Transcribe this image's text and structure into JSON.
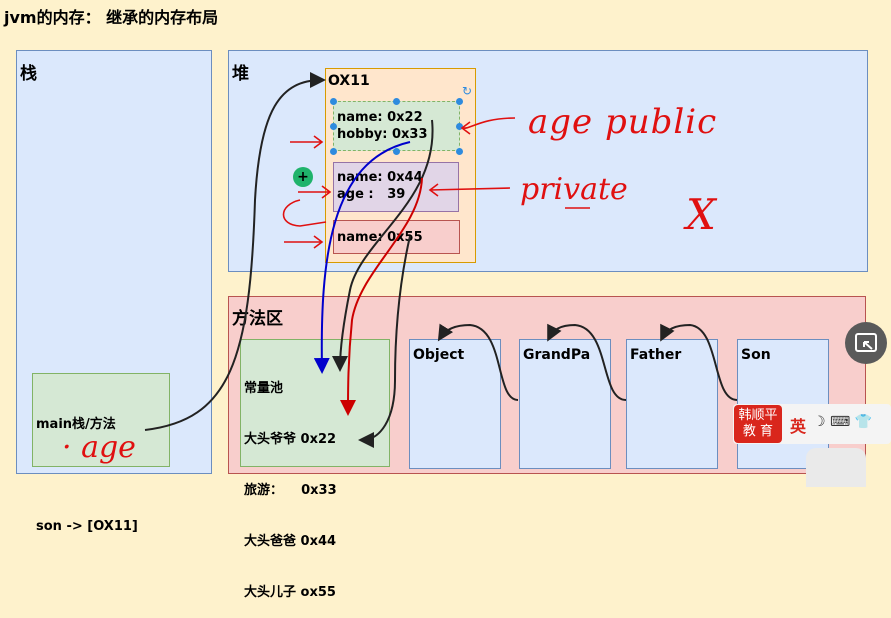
{
  "title": "jvm的内存： 继承的内存布局",
  "areas": {
    "stack": "栈",
    "heap": "堆",
    "method": "方法区"
  },
  "object": {
    "address": "OX11",
    "grandpa_fields": "name: 0x22\nhobby: 0x33",
    "father_fields": "name: 0x44\nage :   39",
    "son_fields": "name: 0x55"
  },
  "stack_frame": {
    "title": "main栈/方法",
    "entry": "son -> [OX11]"
  },
  "constant_pool": {
    "title": "常量池",
    "entries": [
      "大头爷爷 0x22",
      "旅游：    0x33",
      "大头爸爸 0x44",
      "大头儿子 ox55"
    ]
  },
  "classes": [
    "Object",
    "GrandPa",
    "Father",
    "Son"
  ],
  "annotations": {
    "public_note": "age public",
    "private_note": "private",
    "age_note": "· age",
    "cross_mark": "X"
  },
  "overlay": {
    "logo_line1": "韩顺平",
    "logo_line2": "教 育",
    "ime_lang": "英",
    "ime_icons": "☽ ⌨ 👕"
  },
  "colors": {
    "annotation_red": "#e01010",
    "arrow_blue": "#0000cc",
    "arrow_black": "#222222"
  }
}
